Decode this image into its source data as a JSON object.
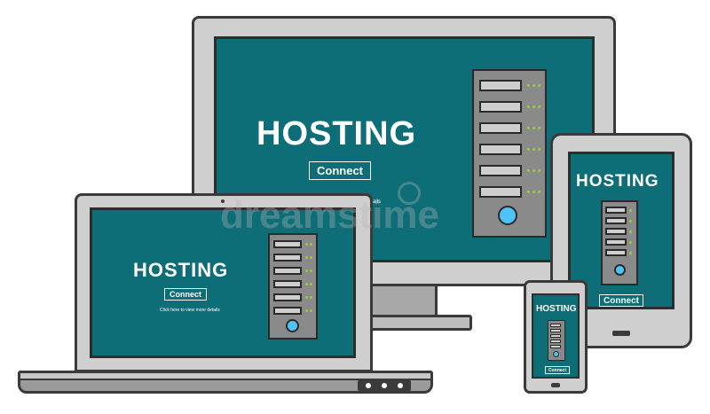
{
  "monitor": {
    "title": "HOSTING",
    "connect_label": "Connect",
    "details_text": "ails"
  },
  "laptop": {
    "title": "HOSTING",
    "connect_label": "Connect",
    "details_text": "Click here to view more details"
  },
  "tablet": {
    "title": "HOSTING",
    "connect_label": "Connect"
  },
  "phone": {
    "title": "HOSTING",
    "connect_label": "Connect"
  },
  "watermark": "dreamstime",
  "colors": {
    "screen": "#0e6e78",
    "frame": "#cfcfcf",
    "server": "#8a8a8a",
    "led": "#9ccc40",
    "power_button": "#4fc3f7"
  },
  "icons": [
    "server-icon",
    "power-button-icon",
    "laptop-camera-icon",
    "phone-home-button-icon",
    "tablet-home-button-icon"
  ]
}
